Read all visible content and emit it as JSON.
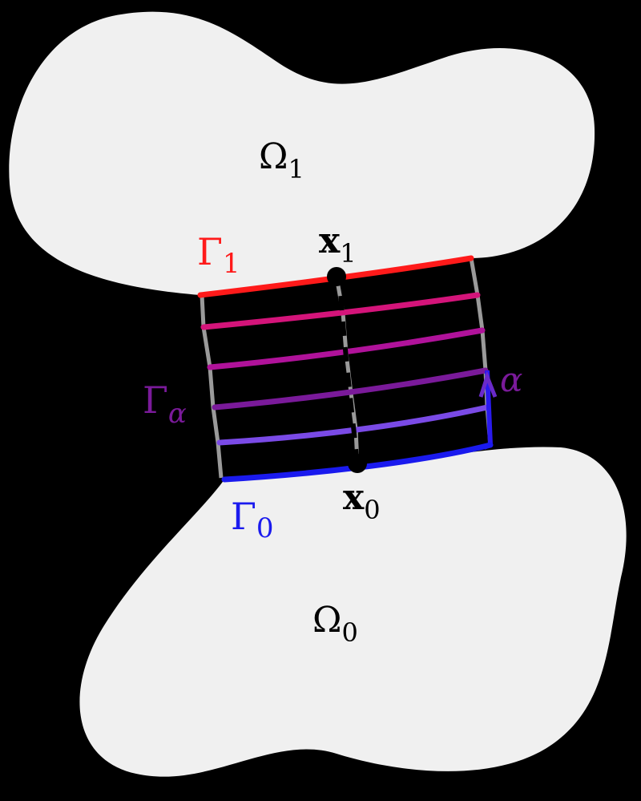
{
  "colors": {
    "background": "#000000",
    "blob": "#f0f0f0",
    "gamma1": "#ff1a1a",
    "gamma0": "#1a1aee",
    "gamma_alpha": "#7a1a9a",
    "connector": "#999999",
    "point": "#000000"
  },
  "regions": {
    "omega1": {
      "symbol": "Ω",
      "sub": "1"
    },
    "omega0": {
      "symbol": "Ω",
      "sub": "0"
    }
  },
  "interfaces": {
    "gamma1": {
      "symbol": "Γ",
      "sub": "1"
    },
    "gamma0": {
      "symbol": "Γ",
      "sub": "0"
    },
    "gamma_alpha": {
      "symbol": "Γ",
      "sub": "α"
    }
  },
  "points": {
    "x1": {
      "symbol": "x",
      "sub": "1"
    },
    "x0": {
      "symbol": "x",
      "sub": "0"
    }
  },
  "parameter": {
    "symbol": "α"
  },
  "intermediate_curve_colors": [
    "#d4147a",
    "#b0129a",
    "#7a1a9a",
    "#7a4ae6"
  ]
}
